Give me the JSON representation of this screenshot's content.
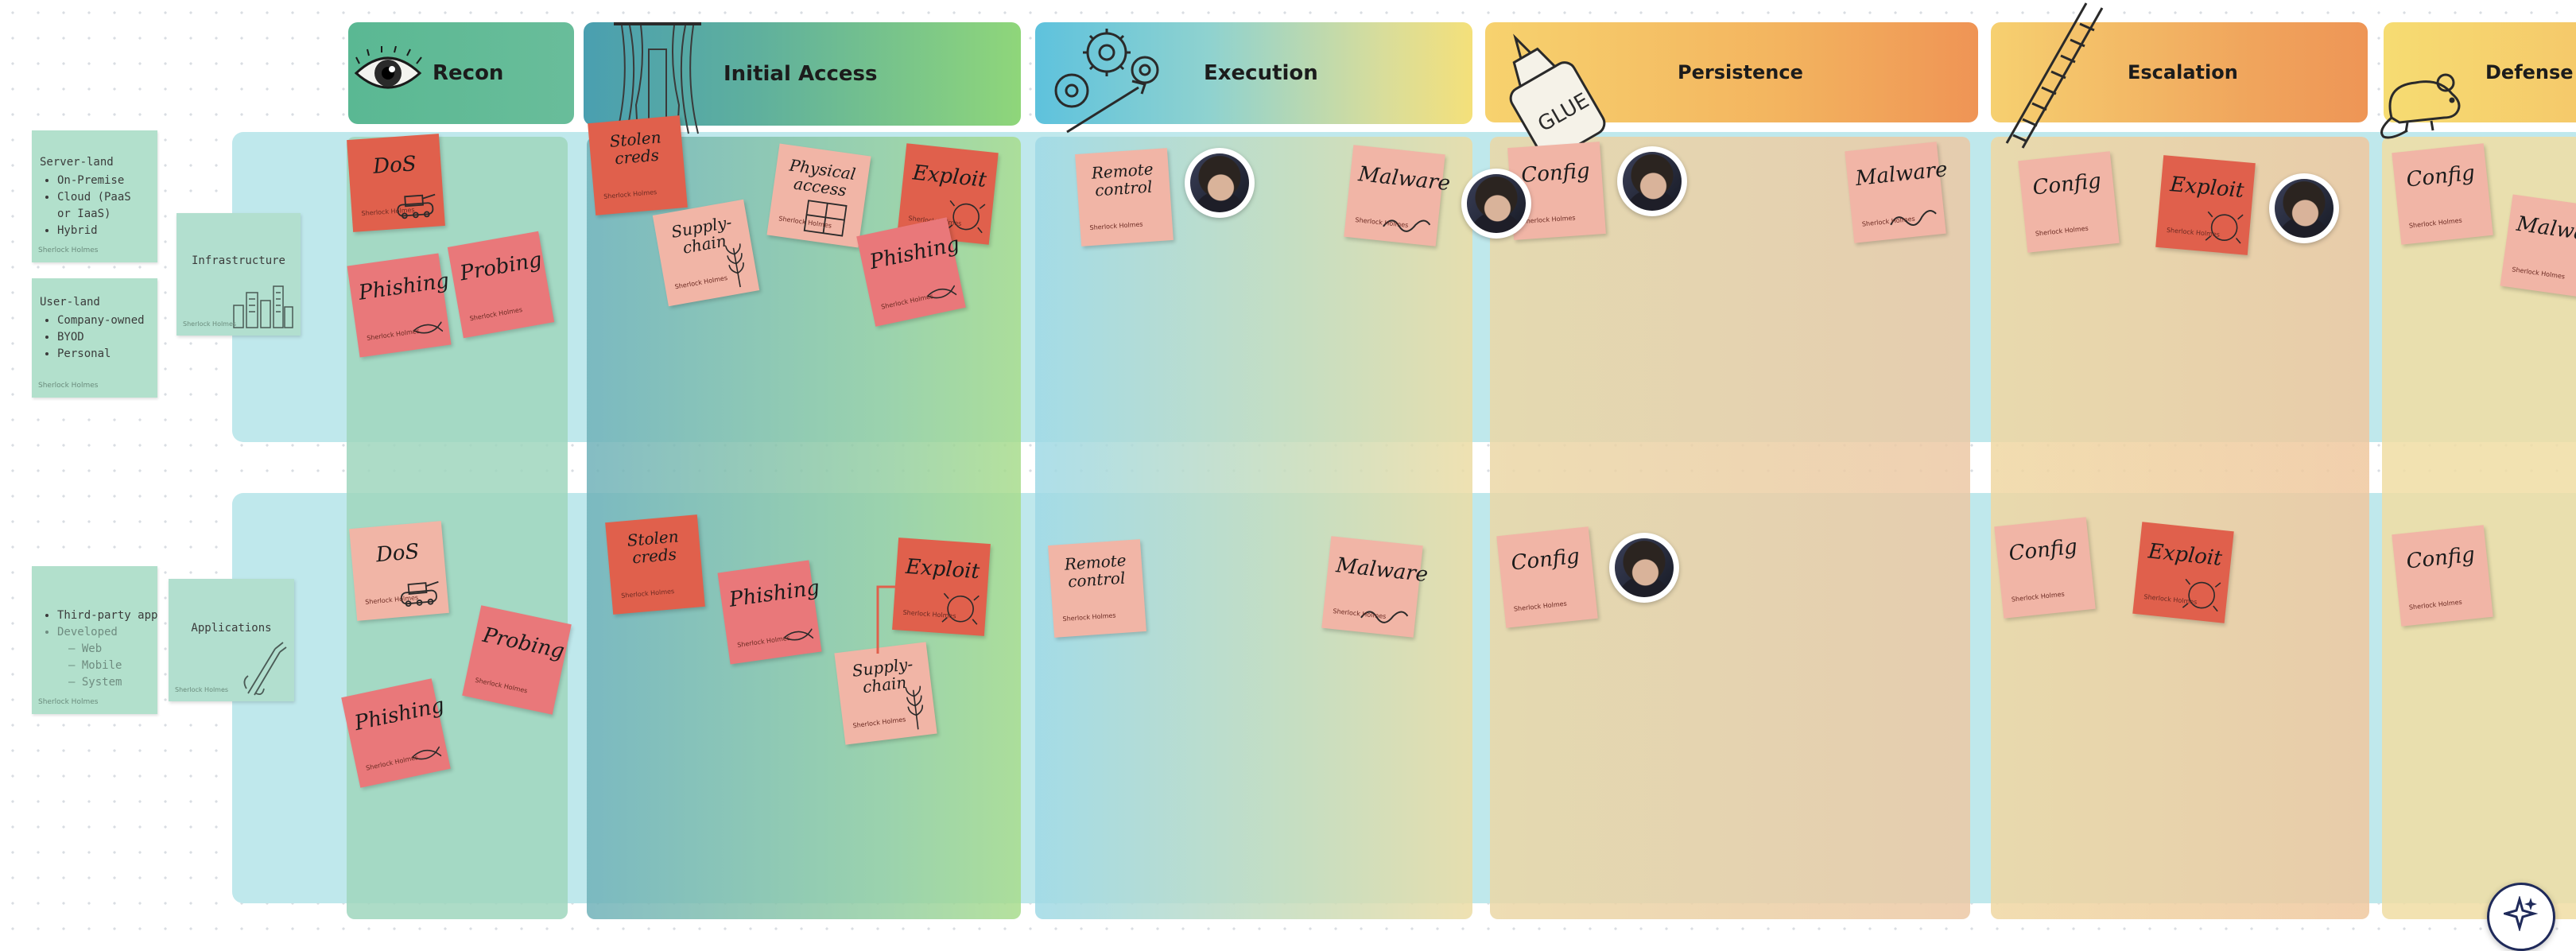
{
  "left_notes": {
    "server": {
      "title": "Server-land",
      "items": [
        "On-Premise",
        "Cloud (PaaS or IaaS)",
        "Hybrid"
      ],
      "author": "Sherlock Holmes"
    },
    "user": {
      "title": "User-land",
      "items": [
        "Company-owned",
        "BYOD",
        "Personal"
      ],
      "author": "Sherlock Holmes"
    },
    "apps": {
      "items": [
        "Third-party app",
        "Developed"
      ],
      "sub_items": [
        "Web",
        "Mobile",
        "System"
      ],
      "author": "Sherlock Holmes"
    }
  },
  "categories": {
    "infrastructure": {
      "label": "Infrastructure",
      "author": "Sherlock Holmes"
    },
    "applications": {
      "label": "Applications",
      "author": "Sherlock Holmes"
    }
  },
  "columns": {
    "recon": {
      "title": "Recon",
      "icon": "eye-icon"
    },
    "initial_access": {
      "title": "Initial Access",
      "icon": "curtain-window-icon"
    },
    "execution": {
      "title": "Execution",
      "icon": "gears-icon"
    },
    "persistence": {
      "title": "Persistence",
      "icon": "glue-bottle-icon"
    },
    "escalation": {
      "title": "Escalation",
      "icon": "ladder-icon"
    },
    "defense_evasion": {
      "title": "Defense Ev",
      "icon": "rat-icon"
    }
  },
  "glue_label": "GLUE",
  "notes": {
    "author": "Sherlock Holmes",
    "dos": "DoS",
    "probing": "Probing",
    "phishing": "Phishing",
    "stolen_creds": "Stolen creds",
    "supply_chain": "Supply-chain",
    "physical_access": "Physical access",
    "exploit": "Exploit",
    "remote_control": "Remote control",
    "malware": "Malware",
    "config": "Config"
  },
  "colors": {
    "note_light": "#f1b5a6",
    "note_mid": "#e9787a",
    "note_dark": "#e0604c",
    "lane": "#bfe8ec",
    "recon_col": "#9fd6bd",
    "persistence_col": "#ebd7a6"
  },
  "assistant_button_icon": "sparkle-icon"
}
